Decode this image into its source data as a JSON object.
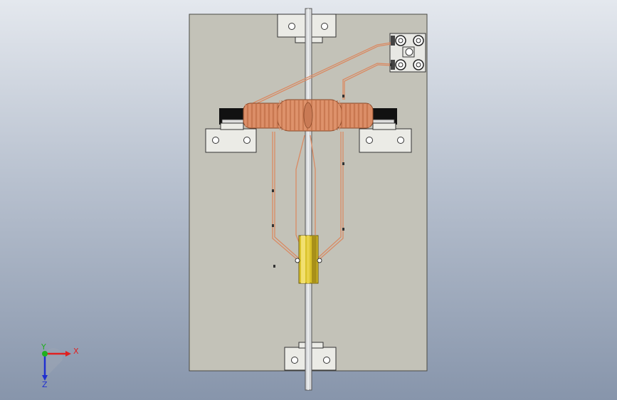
{
  "viewport": {
    "background_top": "#e4e8ee",
    "background_bottom": "#8795ab",
    "background_style": "vertical-gradient"
  },
  "model": {
    "plate_color": "#c3c2b8",
    "plate_edge_color": "#4a4a44",
    "rod_color": "#d6d8da",
    "coil_color": "#d98a63",
    "coil_wire_color": "#e0946f",
    "brass_sleeve_color": "#d9c22a",
    "bracket_color": "#ebebe6",
    "clamp_block_color": "#111111",
    "terminal_block_color": "#e8e8e4"
  },
  "axis_triad": {
    "x_label": "X",
    "y_label": "Y",
    "z_label": "Z",
    "x_color": "#e02020",
    "y_color": "#20b020",
    "z_color": "#2030d0"
  }
}
